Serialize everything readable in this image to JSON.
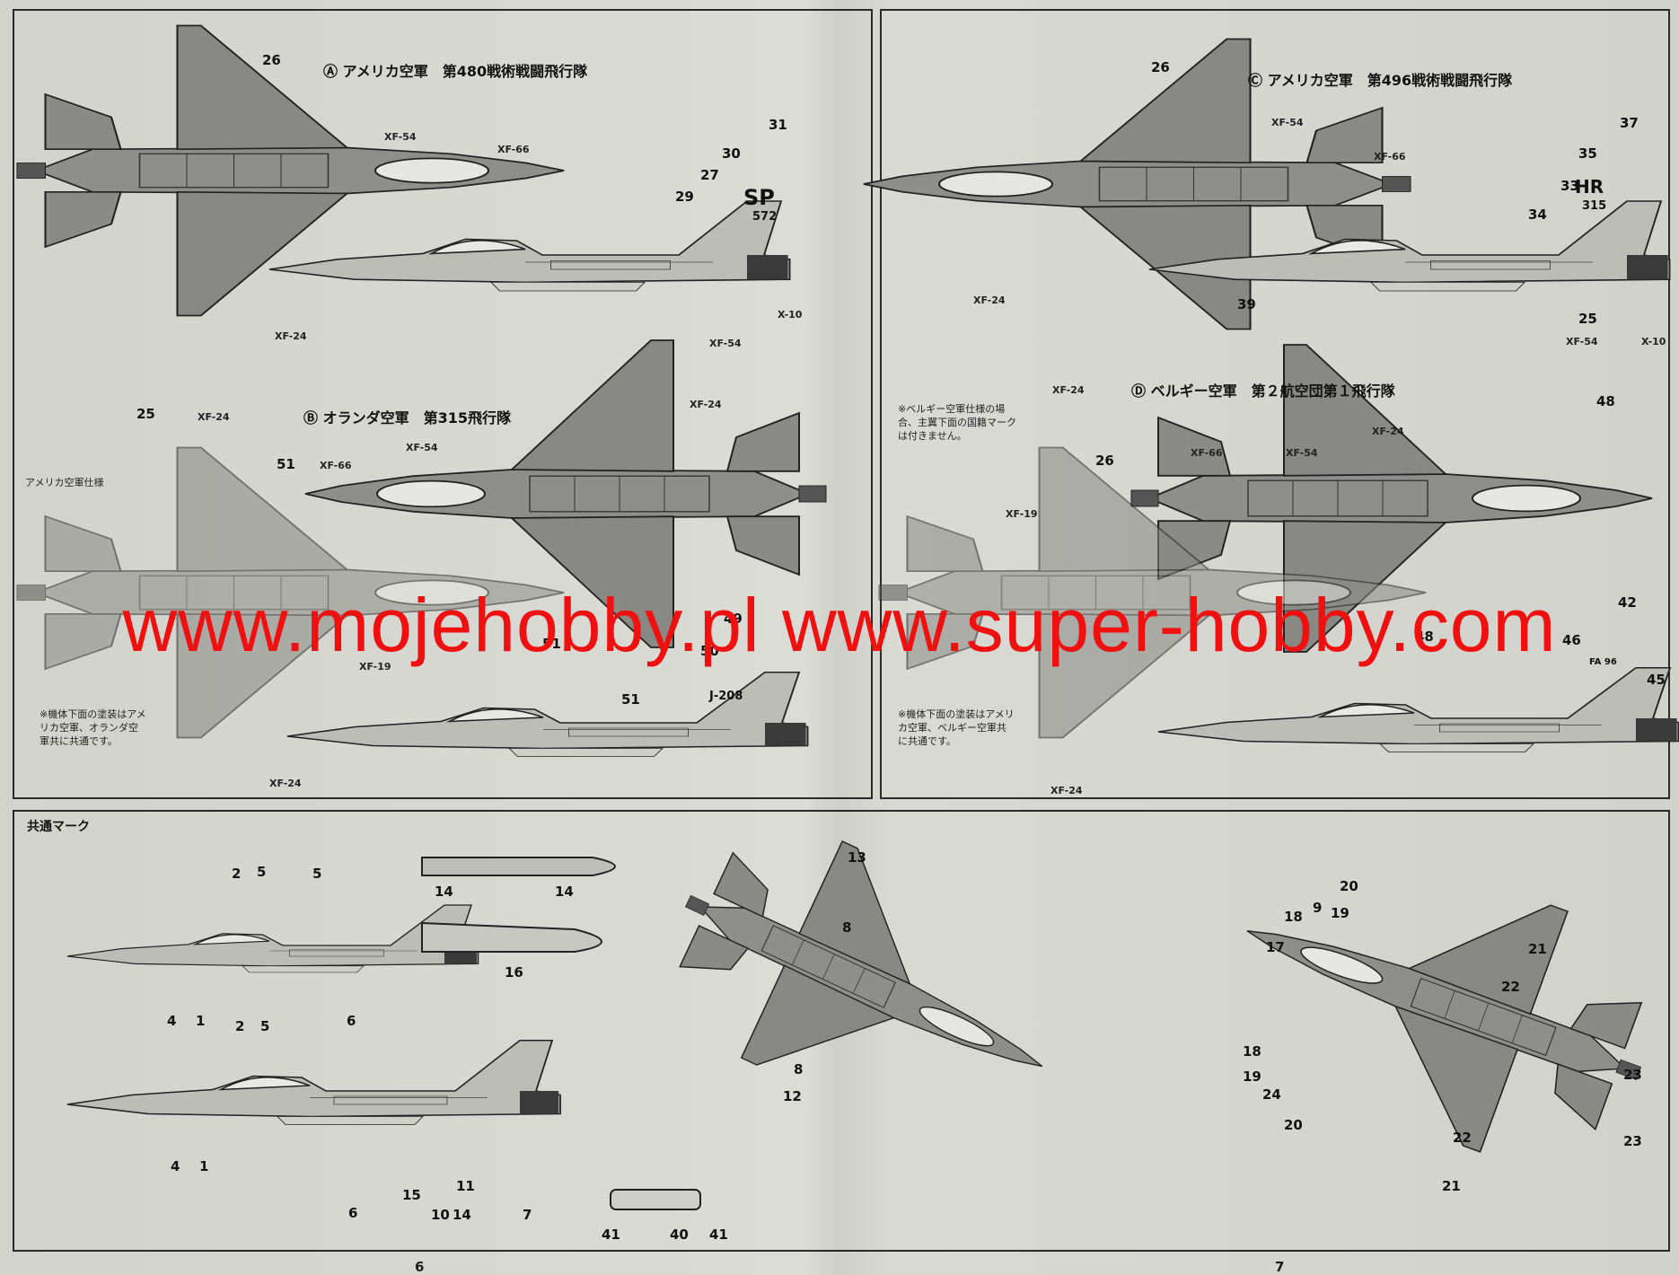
{
  "watermark": "www.mojehobby.pl www.super-hobby.com",
  "sections": {
    "A": "Ⓐ アメリカ空軍　第480戦術戦闘飛行隊",
    "B": "Ⓑ オランダ空軍　第315飛行隊",
    "C": "Ⓒ アメリカ空軍　第496戦術戦闘飛行隊",
    "D": "Ⓓ ベルギー空軍　第２航空団第１飛行隊",
    "common": "共通マーク"
  },
  "notes": {
    "us_spec": "アメリカ空軍仕様",
    "underside_AB": "※機体下面の塗装はアメリカ空軍、オランダ空軍共に共通です。",
    "underside_CD": "※機体下面の塗装はアメリカ空軍、ベルギー空軍共に共通です。",
    "belgium_note": "※ベルギー空軍仕様の場合、主翼下面の国籍マークは付きません。"
  },
  "tail_codes": {
    "A": "SP",
    "A_serial": "572",
    "C": "HR",
    "C_serial": "315",
    "B_serial": "J-208",
    "D": "FA 96"
  },
  "colors": {
    "XF-24": "XF-24",
    "XF-54": "XF-54",
    "XF-66": "XF-66",
    "XF-19": "XF-19",
    "X-10": "X-10"
  },
  "callouts": {
    "n26": "26",
    "n31": "31",
    "n30": "30",
    "n27": "27",
    "n29": "29",
    "n25": "25",
    "n51": "51",
    "n49": "49",
    "n50": "50",
    "n37": "37",
    "n35": "35",
    "n33": "33",
    "n34": "34",
    "n39": "39",
    "n48": "48",
    "n42": "42",
    "n46": "46",
    "n45": "45",
    "n2": "2",
    "n5": "5",
    "n4": "4",
    "n1": "1",
    "n6": "6",
    "n14": "14",
    "n16": "16",
    "n15": "15",
    "n10": "10",
    "n11": "11",
    "n7": "7",
    "n41": "41",
    "n40": "40",
    "n13": "13",
    "n8": "8",
    "n12": "12",
    "n18": "18",
    "n9": "9",
    "n19": "19",
    "n17": "17",
    "n20": "20",
    "n21": "21",
    "n22": "22",
    "n23": "23",
    "n24": "24"
  },
  "pages": {
    "left": "6",
    "right": "7"
  }
}
